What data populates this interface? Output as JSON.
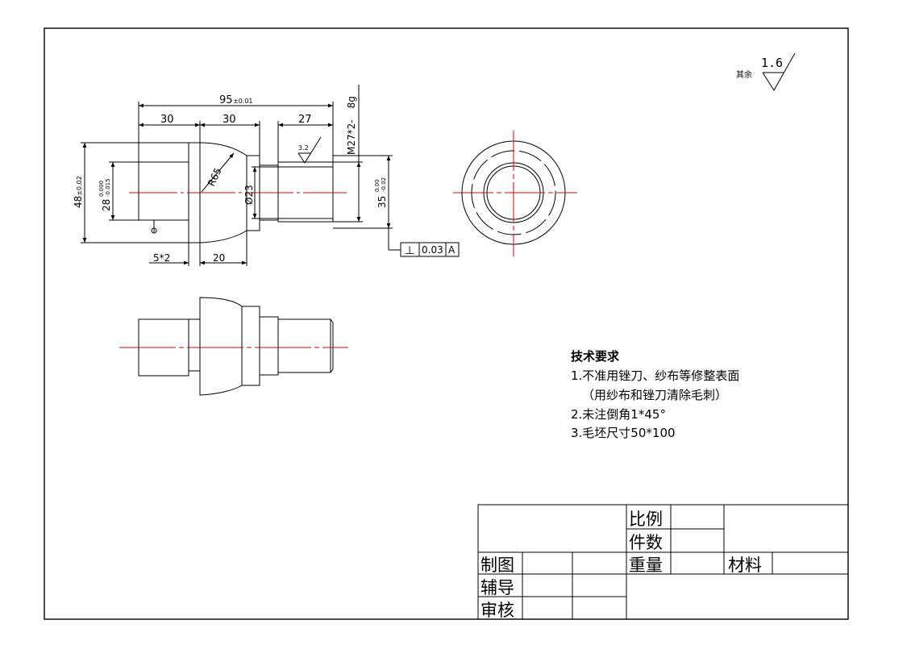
{
  "colors": {
    "line": "#000000",
    "centerline": "#e00000",
    "background": "#ffffff"
  },
  "roughness": {
    "prefix": "其余",
    "value": "1.6",
    "thread_value": "3.2"
  },
  "dimensions": {
    "overall": "95",
    "overall_tol": "±0.01",
    "seg1": "30",
    "seg2": "30",
    "seg3": "27",
    "thread": "M27*2-",
    "thread_tail": "8g",
    "dia48": "48",
    "dia48_tol": "±0.02",
    "dia28": "28",
    "dia28_tol_upper": "0.000",
    "dia28_tol_lower": "-0.015",
    "dia35": "35",
    "dia35_tol_upper": "0.00",
    "dia35_tol_lower": "-0.02",
    "dia23": "Ø23",
    "radius": "R65",
    "groove": "5*2",
    "len20": "20"
  },
  "tolerance_frame": {
    "symbol": "⊥",
    "value": "0.03",
    "datum": "A"
  },
  "tech_requirements": {
    "title": "技术要求",
    "line1": "1.不准用锉刀、纱布等修整表面",
    "line2": "（用纱布和锉刀清除毛刺）",
    "line3": "2.未注倒角1*45°",
    "line4": "3.毛坯尺寸50*100"
  },
  "title_block": {
    "scale": "比例",
    "quantity": "件数",
    "drawn": "制图",
    "weight": "重量",
    "material": "材料",
    "guidance": "辅导",
    "review": "审核"
  }
}
